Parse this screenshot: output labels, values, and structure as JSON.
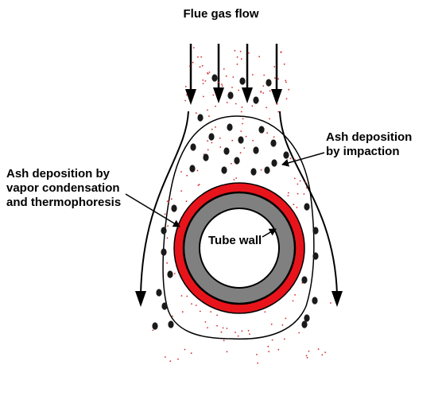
{
  "title": "Flue gas flow",
  "labels": {
    "impaction": [
      "Ash deposition",
      "by impaction"
    ],
    "condensation": [
      "Ash deposition by",
      "vapor condensation",
      "and thermophoresis"
    ],
    "tube_wall": "Tube wall"
  },
  "colors": {
    "ink": "#000000",
    "deposit_layer": "#e8141b",
    "tube_wall": "#808080",
    "dust": "#d42a2a",
    "ash_particle": "#1a1a1a",
    "background": "#ffffff"
  }
}
